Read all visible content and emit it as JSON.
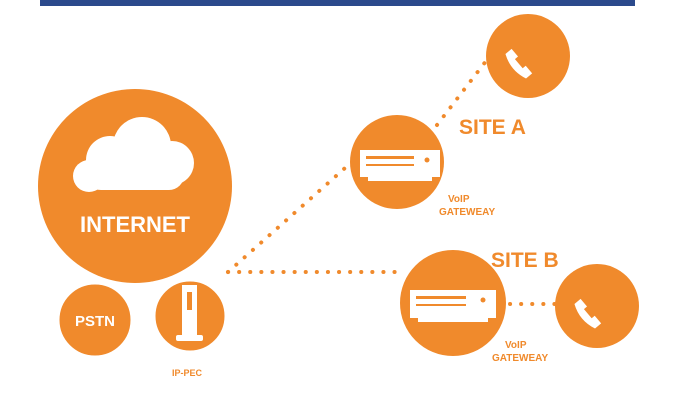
{
  "nodes": {
    "internet": {
      "label": "INTERNET",
      "icon": "cloud-icon"
    },
    "pstn": {
      "label": "PSTN"
    },
    "ip_pbx": {
      "label": "IP-PEC",
      "icon": "server-tower-icon"
    },
    "site_a": {
      "label": "SITE A"
    },
    "site_b": {
      "label": "SITE B"
    },
    "gateway_a": {
      "label_line1": "VoIP",
      "label_line2": "GATEWEAY",
      "icon": "gateway-device-icon"
    },
    "gateway_b": {
      "label_line1": "VoIP",
      "label_line2": "GATEWEAY",
      "icon": "gateway-device-icon"
    },
    "phone_a": {
      "icon": "phone-icon"
    },
    "phone_b": {
      "icon": "phone-icon"
    }
  },
  "colors": {
    "accent": "#f08a2c",
    "text_on_accent": "#ffffff",
    "top_bar": "#2b4a8c",
    "background": "#ffffff",
    "pstn_link": "#c0392b"
  }
}
